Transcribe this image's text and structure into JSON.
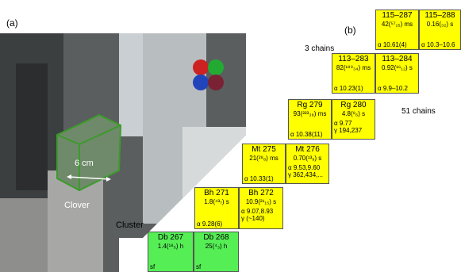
{
  "panels": {
    "a": "(a)",
    "b": "(b)"
  },
  "photo_labels": {
    "size": "6 cm",
    "clover": "Clover",
    "cluster": "Cluster"
  },
  "chain_counts": {
    "left": "3 chains",
    "right": "51 chains"
  },
  "nuclei": [
    {
      "id": "115-287",
      "name": "115–287",
      "half_life": "42(⁵⁷₁₅) ms",
      "decay": [
        "α  10.61(4)"
      ],
      "color": "yellow"
    },
    {
      "id": "115-288",
      "name": "115–288",
      "half_life": "0.16(₃₂) s",
      "decay": [
        "α  10.3–10.6"
      ],
      "color": "yellow"
    },
    {
      "id": "113-283",
      "name": "113–283",
      "half_life": "82(¹⁹⁹₃₄) ms",
      "decay": [
        "α  10.23(1)"
      ],
      "color": "yellow"
    },
    {
      "id": "113-284",
      "name": "113–284",
      "half_life": "0.92(¹⁶₁₂) s",
      "decay": [
        "α  9.9–10.2"
      ],
      "color": "yellow"
    },
    {
      "id": "rg-279",
      "name": "Rg 279",
      "half_life": "93(²²³₃₈) ms",
      "decay": [
        "α  10.38(11)"
      ],
      "color": "yellow"
    },
    {
      "id": "rg-280",
      "name": "Rg 280",
      "half_life": "4.8(⁸₆) s",
      "decay": [
        "α  9.77",
        "γ  194,237"
      ],
      "color": "yellow"
    },
    {
      "id": "mt-275",
      "name": "Mt 275",
      "half_life": "21(²⁸₈) ms",
      "decay": [
        "α  10.33(1)"
      ],
      "color": "yellow"
    },
    {
      "id": "mt-276",
      "name": "Mt 276",
      "half_life": "0.70(¹³₉) s",
      "decay": [
        "α  9.53,9.60",
        "γ  362,434,..."
      ],
      "color": "yellow"
    },
    {
      "id": "bh-271",
      "name": "Bh 271",
      "half_life": "1.8(⁴³₇) s",
      "decay": [
        "α  9.28(6)"
      ],
      "color": "yellow"
    },
    {
      "id": "bh-272",
      "name": "Bh 272",
      "half_life": "10.9(²¹₁₅) s",
      "decay": [
        "α  9.07,8.93",
        "γ  (~140)"
      ],
      "color": "yellow"
    },
    {
      "id": "db-267",
      "name": "Db 267",
      "half_life": "1.4(¹⁸₅) h",
      "decay": [
        "sf"
      ],
      "color": "green"
    },
    {
      "id": "db-268",
      "name": "Db 268",
      "half_life": "25(⁴₃) h",
      "decay": [
        "sf"
      ],
      "color": "green"
    }
  ]
}
